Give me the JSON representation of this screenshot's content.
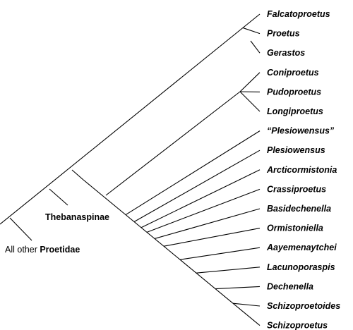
{
  "tree": {
    "taxa": [
      "Falcatoproetus",
      "Proetus",
      "Gerastos",
      "Coniproetus",
      "Pudoproetus",
      "Longiproetus",
      "“Plesiowensus”",
      "Plesiowensus",
      "Arcticormistonia",
      "Crassiproetus",
      "Basidechenella",
      "Ormistoniella",
      "Aayemenaytchei",
      "Lacunoporaspis",
      "Dechenella",
      "Schizoproetoides",
      "Schizoproetus"
    ],
    "clade_label": "Thebanaspinae",
    "outgroup": {
      "prefix": "All other ",
      "name": "Proetidae"
    }
  }
}
